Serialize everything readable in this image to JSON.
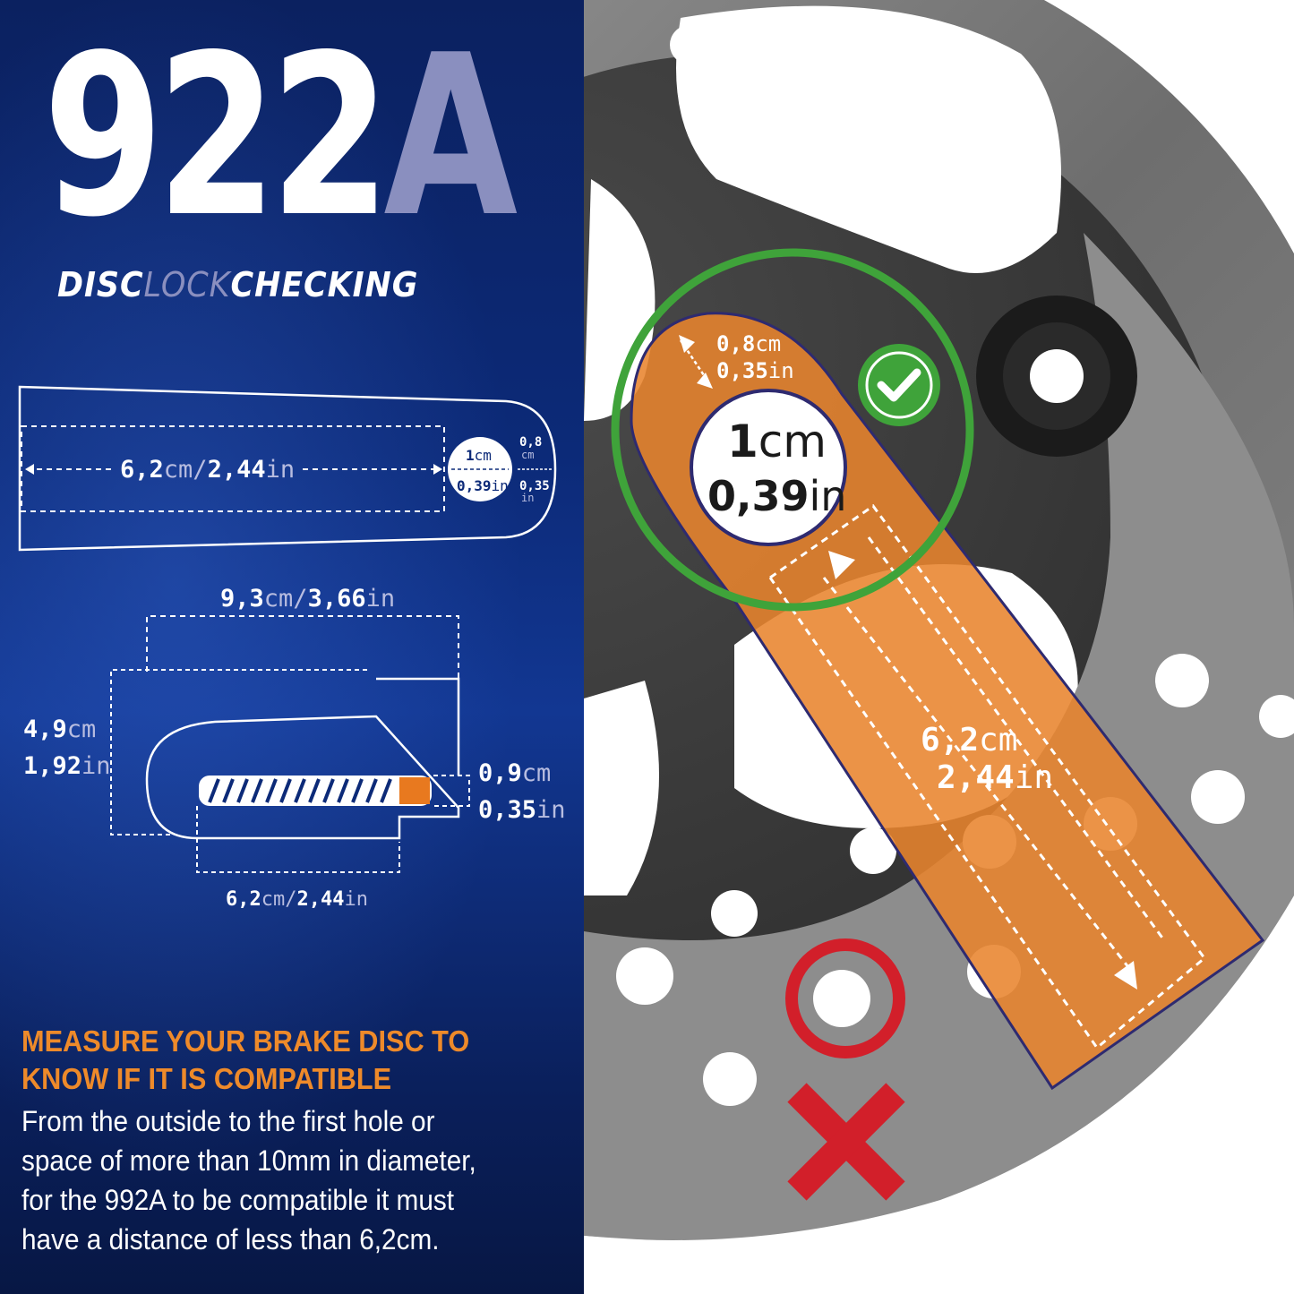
{
  "title": {
    "model_digits": "922",
    "model_letter": "A",
    "subtitle_part1": "DISC",
    "subtitle_part2": "LOCK",
    "subtitle_part3": "CHECKING"
  },
  "diagram_top": {
    "length_value": "6,2",
    "length_unit_cm": "cm/",
    "length_value_in": "2,44",
    "length_unit_in": "in",
    "hole_cm_value": "1",
    "hole_cm_unit": "cm",
    "hole_in_value": "0,39",
    "hole_in_unit": "in",
    "edge_cm_value": "0,8",
    "edge_cm_unit": "cm",
    "edge_in_value": "0,35",
    "edge_in_unit": "in"
  },
  "diagram_side": {
    "width_value": "9,3",
    "width_unit_cm": "cm/",
    "width_value_in": "3,66",
    "width_unit_in": "in",
    "height_cm_value": "4,9",
    "height_cm_unit": "cm",
    "height_in_value": "1,92",
    "height_in_unit": "in",
    "pin_cm_value": "0,9",
    "pin_cm_unit": "cm",
    "pin_in_value": "0,35",
    "pin_in_unit": "in",
    "depth_value": "6,2",
    "depth_unit_cm": "cm/",
    "depth_value_in": "2,44",
    "depth_unit_in": "in"
  },
  "instructions": {
    "heading_line1": "MEASURE YOUR BRAKE DISC TO",
    "heading_line2": "KNOW IF IT IS COMPATIBLE",
    "body_line1": "From the outside to the first hole or",
    "body_line2": "space of more than 10mm in diameter,",
    "body_line3": "for the 992A to be compatible it must",
    "body_line4": "have a distance of less than 6,2cm."
  },
  "photo_overlay": {
    "edge_cm_value": "0,8",
    "edge_cm_unit": "cm",
    "edge_in_value": "0,35",
    "edge_in_unit": "in",
    "hole_cm_value": "1",
    "hole_cm_unit": "cm",
    "hole_in_value": "0,39",
    "hole_in_unit": "in",
    "length_cm_value": "6,2",
    "length_cm_unit": "cm",
    "length_in_value": "2,44",
    "length_in_unit": "in"
  },
  "colors": {
    "panel_bg": "#0c2a78",
    "accent_orange": "#ee8a2a",
    "accent_lavender": "#8a8fbf",
    "check_green": "#3fa33a",
    "cross_red": "#d21f2a",
    "disc_gray": "#5a5a5a"
  },
  "icons": [
    "checkmark-icon",
    "cross-icon",
    "circle-icon"
  ]
}
